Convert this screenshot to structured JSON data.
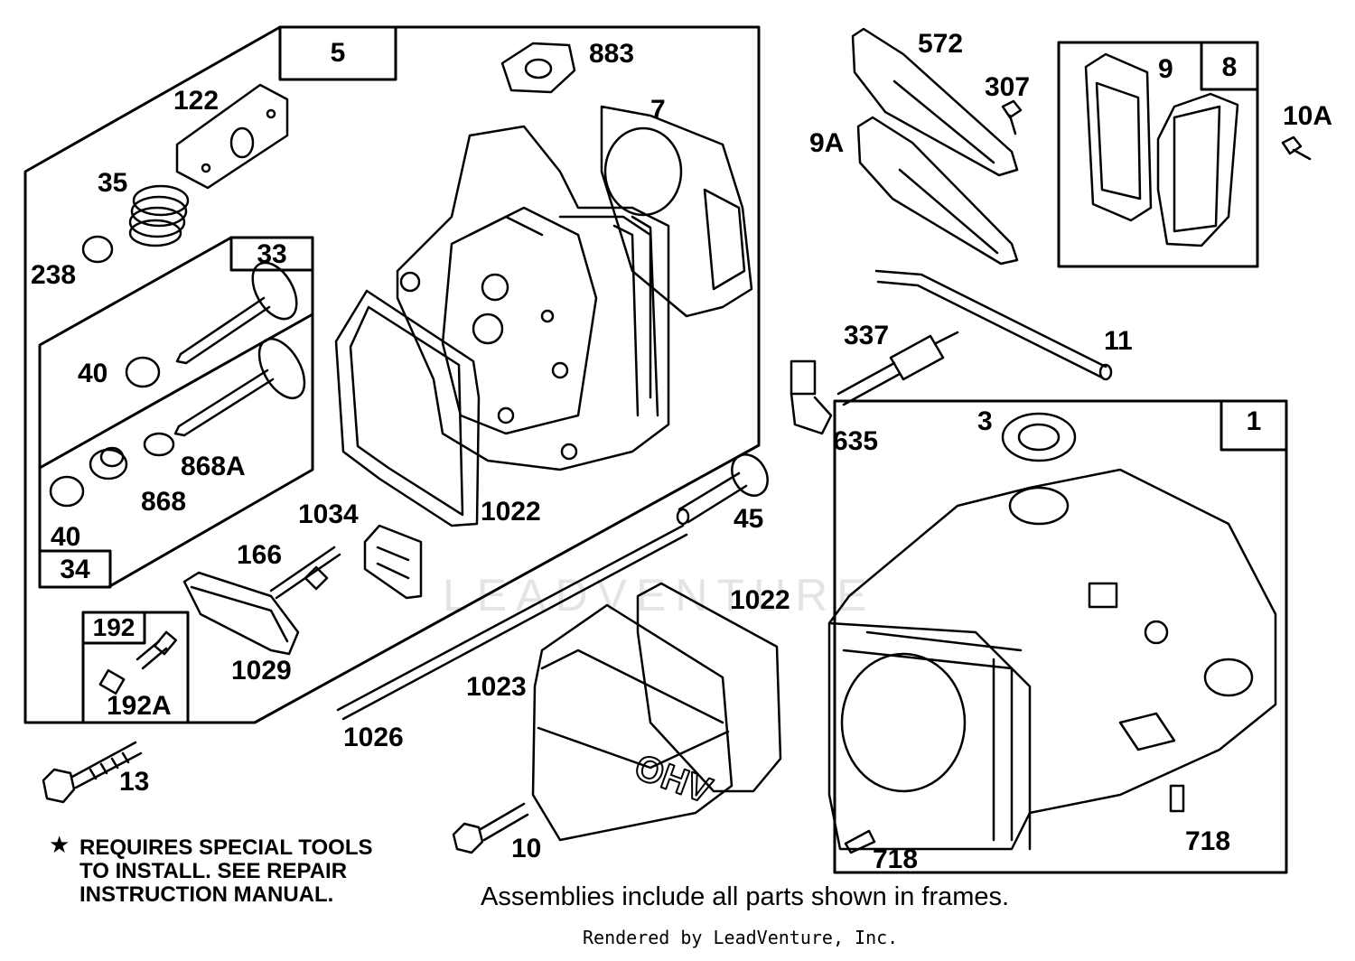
{
  "diagram": {
    "part_labels": {
      "p122": "122",
      "p35": "35",
      "p238": "238",
      "p40a": "40",
      "p40b": "40",
      "p868A": "868A",
      "p868": "868",
      "p883": "883",
      "p7": "7",
      "p1034": "1034",
      "p1022a": "1022",
      "p1022b": "1022",
      "p166": "166",
      "p1029": "1029",
      "p192A": "192A",
      "p13": "13",
      "p1026": "1026",
      "p1023": "1023",
      "p10": "10",
      "p45": "45",
      "p572": "572",
      "p307": "307",
      "p9A": "9A",
      "p9": "9",
      "p10A": "10A",
      "p337": "337",
      "p635": "635",
      "p11": "11",
      "p3": "3",
      "p718a": "718",
      "p718b": "718"
    },
    "frame_labels": {
      "f5": "5",
      "f33": "33",
      "f34": "34",
      "f192": "192",
      "f8": "8",
      "f1": "1"
    },
    "note": {
      "symbol": "★",
      "line1": "REQUIRES SPECIAL TOOLS",
      "line2": "TO INSTALL.  SEE REPAIR",
      "line3": "INSTRUCTION MANUAL."
    },
    "assemblies_note": "Assemblies include all parts shown in frames.",
    "rendered_by": "Rendered by LeadVenture, Inc.",
    "watermark": "LEADVENTURE",
    "cover_text": "OHV"
  }
}
